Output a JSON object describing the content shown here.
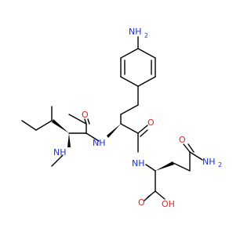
{
  "molecule": {
    "atom_labels": {
      "amine_top_n": "NH",
      "amine_top_h": "2",
      "amide_nh_1": "NH",
      "amide_nh_2": "NH",
      "methylamino_nh": "NH",
      "amide_o_1": "O",
      "amide_o_2": "O",
      "side_chain_o": "O",
      "side_chain_n": "NH",
      "side_chain_n_h": "2",
      "acid_o": "O",
      "acid_oh": "OH"
    },
    "colors": {
      "carbon_bond": "#000000",
      "nitrogen": "#1f2fd6",
      "oxygen": "#e0251f"
    }
  }
}
